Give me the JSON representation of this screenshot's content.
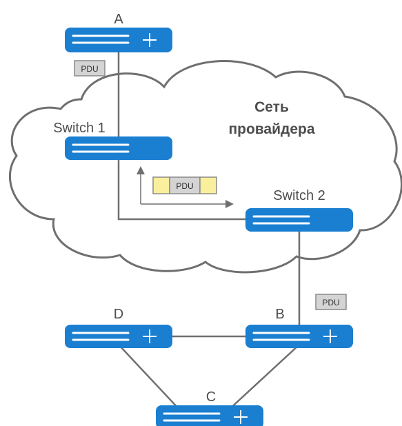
{
  "diagram": {
    "nodes": {
      "a": "A",
      "switch1": "Switch 1",
      "switch2": "Switch 2",
      "b": "B",
      "c": "C",
      "d": "D"
    },
    "cloud_label_line1": "Сеть",
    "cloud_label_line2": "провайдера",
    "pdu_label": "PDU"
  },
  "colors": {
    "device_blue": "#1a7fd1",
    "cloud_stroke": "#6f6f6f",
    "link": "#6f6f6f",
    "pdu_fill": "#d4d4d4",
    "tag_yellow": "#f9ef9d"
  },
  "icons": {
    "router": "router-arrows-icon",
    "switch": "switch-bars-icon"
  }
}
